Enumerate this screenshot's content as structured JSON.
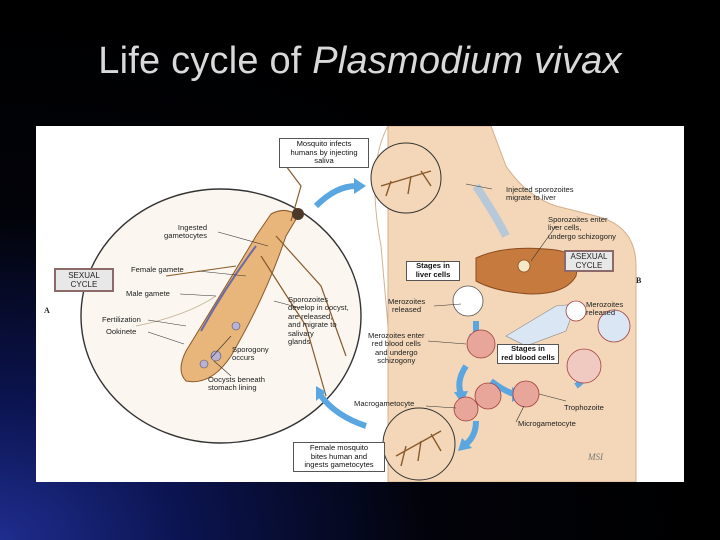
{
  "slide": {
    "title_plain": "Life cycle of ",
    "title_italic": "Plasmodium vivax"
  },
  "diagram": {
    "cycles": {
      "sexual": "SEXUAL\nCYCLE",
      "asexual": "ASEXUAL\nCYCLE"
    },
    "panel_letters": {
      "a": "A",
      "b": "B"
    },
    "boxes": {
      "mosquito_infects": "Mosquito infects\nhumans by injecting\nsaliva",
      "female_bites": "Female mosquito\nbites human and\ningests gametocytes",
      "stages_liver": "Stages in\nliver cells",
      "stages_rbc": "Stages in\nred blood cells"
    },
    "labels": {
      "ingested_gametocytes": "Ingested\ngametocytes",
      "female_gamete": "Female gamete",
      "male_gamete": "Male gamete",
      "fertilization": "Fertilization",
      "ookinete": "Ookinete",
      "sporogony": "Sporogony\noccurs",
      "oocysts": "Oocysts beneath\nstomach lining",
      "sporozoites_develop": "Sporozoites\ndevelop in oocyst,\nare released,\nand migrate to\nsalivary\nglands",
      "injected_sporozoites": "Injected sporozoites\nmigrate to liver",
      "sporozoites_enter": "Sporozoites enter\nliver cells,\nundergo schizogony",
      "merozoites_released_left": "Merozoites\nreleased",
      "merozoites_released_right": "Merozoites\nreleased",
      "merozoites_enter": "Merozoites enter\nred blood cells\nand undergo\nschizogony",
      "macrogametocyte": "Macrogametocyte",
      "trophozoite": "Trophozoite",
      "microgametocyte": "Microgametocyte"
    },
    "signature": "MSI",
    "colors": {
      "arrow_blue": "#5aa6e0",
      "skin": "#f3d7b8",
      "liver": "#c77a3d",
      "rbc": "#e8a59a",
      "mosquito_body": "#e8b57a"
    }
  }
}
